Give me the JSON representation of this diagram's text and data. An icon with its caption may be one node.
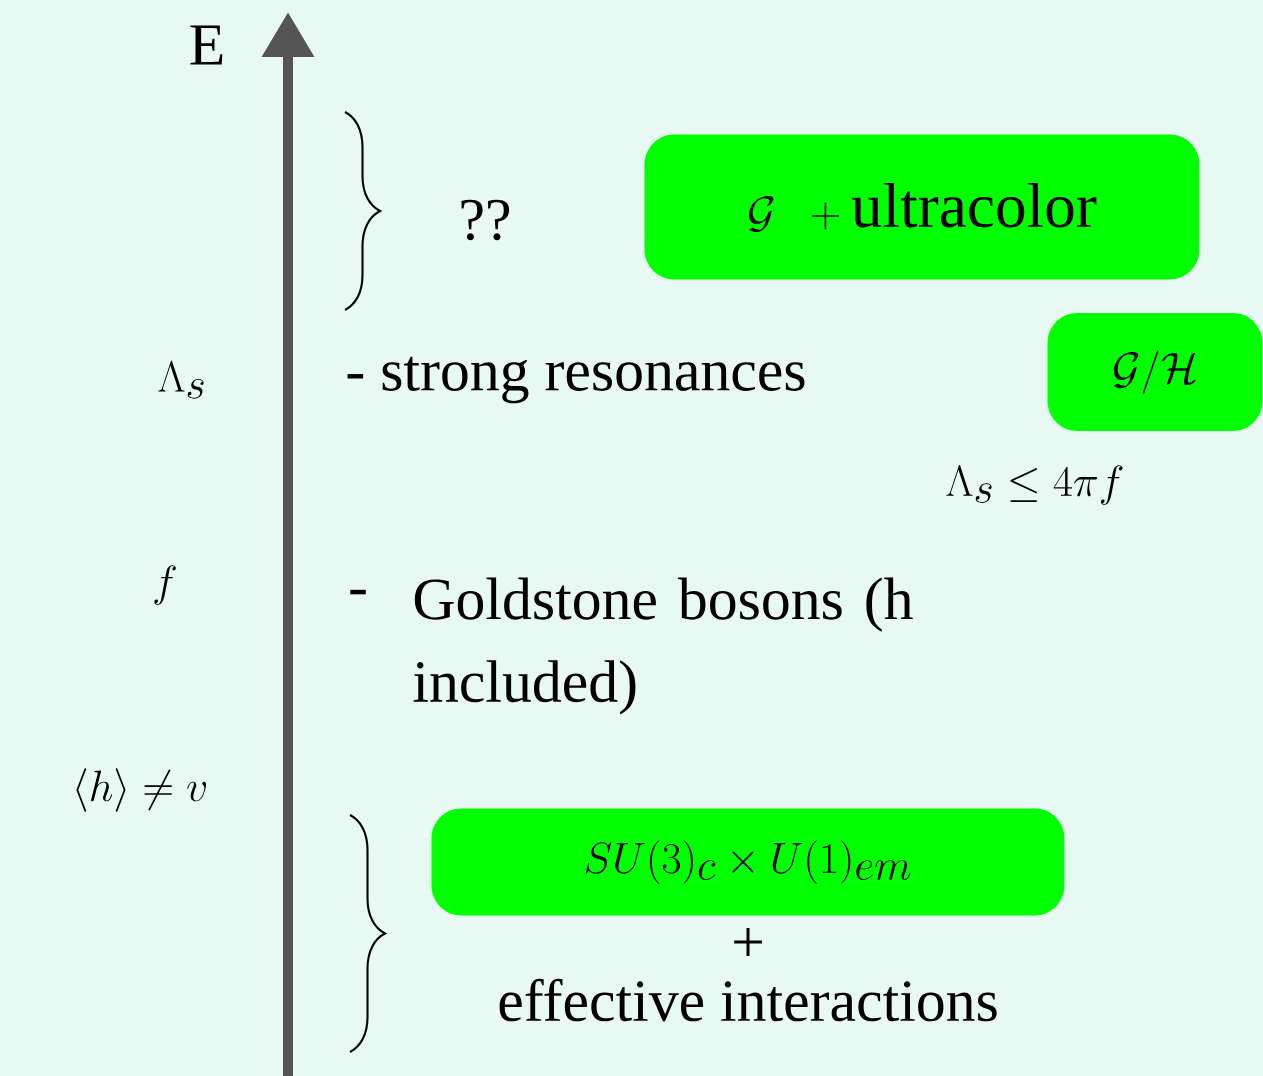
{
  "diagram": {
    "nodes": [
      {
        "text": [
          "\\mathcal{G}\\;\\; + \\mathrm{ultracolor}"
        ]
      },
      {
        "text": [
          "\\mathcal{G}/\\mathcal{H}"
        ]
      },
      {
        "text": [
          "SU(3)_c\\times U(1)_{em}"
        ]
      }
    ],
    "labels": [
      "E",
      "??",
      "\\Lambda_s",
      "- strong resonances",
      "\\Lambda_s \\leq 4\\pi f",
      "f",
      "-",
      "Goldstone bosons (h included)",
      "\\langle h\\rangle \\neq v",
      "+",
      "effective interactions"
    ]
  }
}
